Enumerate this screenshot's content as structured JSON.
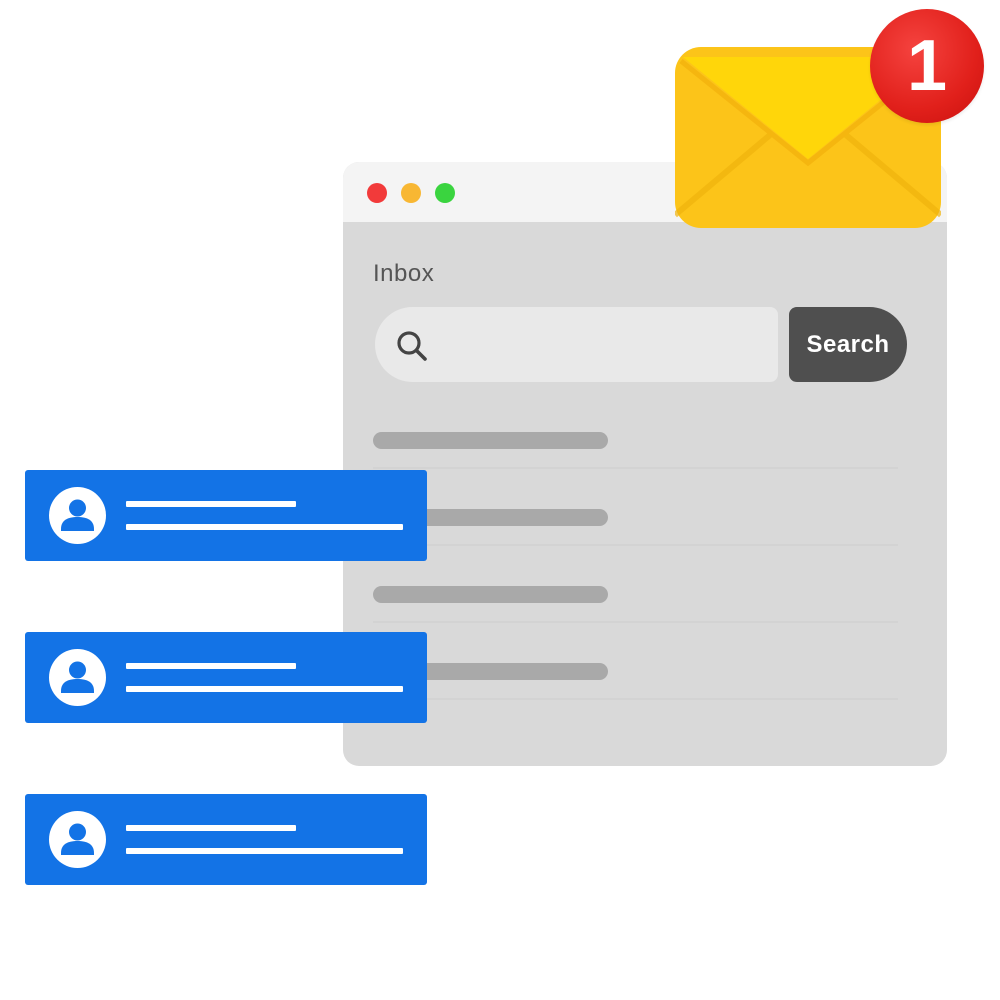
{
  "window": {
    "title": "Inbox",
    "traffic_lights": [
      "close",
      "minimize",
      "maximize"
    ],
    "colors": {
      "close": "#f23a3a",
      "minimize": "#f8b733",
      "maximize": "#3ad43f",
      "body": "#d9d9d9",
      "titlebar": "#f4f4f4"
    }
  },
  "search": {
    "value": "",
    "placeholder": "",
    "button_label": "Search",
    "icon": "search-icon"
  },
  "inbox_rows": [
    {
      "id": 1
    },
    {
      "id": 2
    },
    {
      "id": 3
    },
    {
      "id": 4
    }
  ],
  "notification": {
    "icon": "envelope-icon",
    "count": "1",
    "badge_color": "#e1201b",
    "envelope_color": "#fcc419"
  },
  "contacts": [
    {
      "icon": "user-icon"
    },
    {
      "icon": "user-icon"
    },
    {
      "icon": "user-icon"
    }
  ],
  "accent": "#1373e6"
}
